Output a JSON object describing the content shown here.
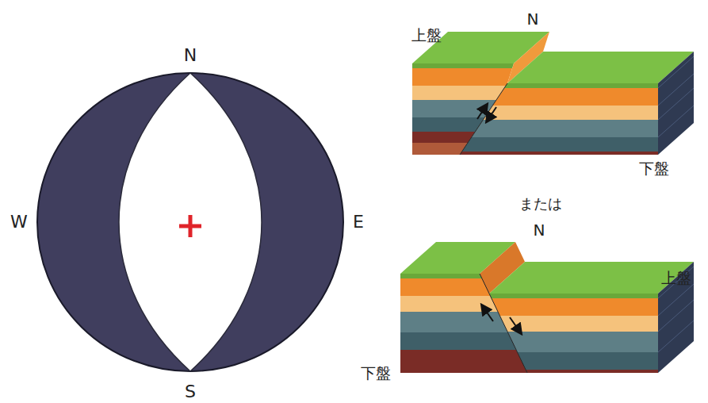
{
  "diagram": {
    "labels": [
      "N",
      "W",
      "E",
      "S",
      "上盤",
      "N",
      "下盤",
      "または",
      "N",
      "上盤",
      "下盤"
    ]
  }
}
